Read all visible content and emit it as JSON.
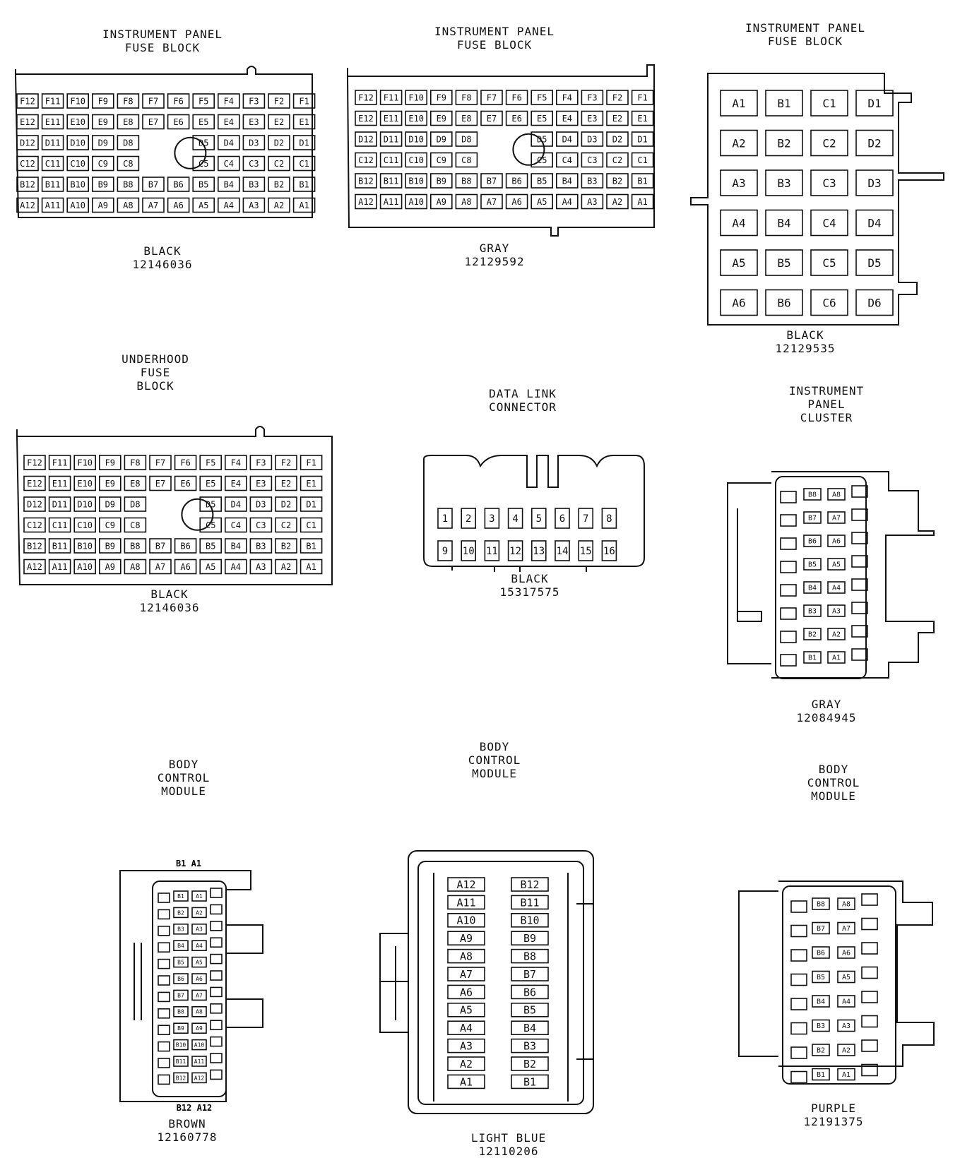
{
  "fuse_rows": [
    [
      "F12",
      "F11",
      "F10",
      "F9",
      "F8",
      "F7",
      "F6",
      "F5",
      "F4",
      "F3",
      "F2",
      "F1"
    ],
    [
      "E12",
      "E11",
      "E10",
      "E9",
      "E8",
      "E7",
      "E6",
      "E5",
      "E4",
      "E3",
      "E2",
      "E1"
    ],
    [
      "D12",
      "D11",
      "D10",
      "D9",
      "D8",
      "D5",
      "D4",
      "D3",
      "D2",
      "D1"
    ],
    [
      "C12",
      "C11",
      "C10",
      "C9",
      "C8",
      "C5",
      "C4",
      "C3",
      "C2",
      "C1"
    ],
    [
      "B12",
      "B11",
      "B10",
      "B9",
      "B8",
      "B7",
      "B6",
      "B5",
      "B4",
      "B3",
      "B2",
      "B1"
    ],
    [
      "A12",
      "A11",
      "A10",
      "A9",
      "A8",
      "A7",
      "A6",
      "A5",
      "A4",
      "A3",
      "A2",
      "A1"
    ]
  ],
  "connectors": [
    {
      "id": "ipfb-black",
      "title": "INSTRUMENT PANEL\nFUSE BLOCK",
      "color": "BLACK",
      "part": "12146036"
    },
    {
      "id": "ipfb-gray",
      "title": "INSTRUMENT PANEL\nFUSE BLOCK",
      "color": "GRAY",
      "part": "12129592"
    },
    {
      "id": "ipfb-black-24",
      "title": "INSTRUMENT PANEL\nFUSE BLOCK",
      "color": "BLACK",
      "part": "12129535",
      "rows": [
        [
          "A1",
          "B1",
          "C1",
          "D1"
        ],
        [
          "A2",
          "B2",
          "C2",
          "D2"
        ],
        [
          "A3",
          "B3",
          "C3",
          "D3"
        ],
        [
          "A4",
          "B4",
          "C4",
          "D4"
        ],
        [
          "A5",
          "B5",
          "C5",
          "D5"
        ],
        [
          "A6",
          "B6",
          "C6",
          "D6"
        ]
      ]
    },
    {
      "id": "underhood",
      "title": "UNDERHOOD\nFUSE\nBLOCK",
      "color": "BLACK",
      "part": "12146036"
    },
    {
      "id": "dlc",
      "title": "DATA LINK\nCONNECTOR",
      "color": "BLACK",
      "part": "15317575",
      "pins_top": [
        "1",
        "2",
        "3",
        "4",
        "5",
        "6",
        "7",
        "8"
      ],
      "pins_bottom": [
        "9",
        "10",
        "11",
        "12",
        "13",
        "14",
        "15",
        "16"
      ]
    },
    {
      "id": "ipc",
      "title": "INSTRUMENT\nPANEL\nCLUSTER",
      "color": "GRAY",
      "part": "12084945",
      "pins_b": [
        "B8",
        "B7",
        "B6",
        "B5",
        "B4",
        "B3",
        "B2",
        "B1"
      ],
      "pins_a": [
        "A8",
        "A7",
        "A6",
        "A5",
        "A4",
        "A3",
        "A2",
        "A1"
      ]
    },
    {
      "id": "bcm-brown",
      "title": "BODY\nCONTROL\nMODULE",
      "color": "BROWN",
      "part": "12160778",
      "top_label": "B1  A1",
      "bottom_label": "B12  A12",
      "pins_b": [
        "B1",
        "B2",
        "B3",
        "B4",
        "B5",
        "B6",
        "B7",
        "B8",
        "B9",
        "B10",
        "B11",
        "B12"
      ],
      "pins_a": [
        "A1",
        "A2",
        "A3",
        "A4",
        "A5",
        "A6",
        "A7",
        "A8",
        "A9",
        "A10",
        "A11",
        "A12"
      ]
    },
    {
      "id": "bcm-lightblue",
      "title": "BODY\nCONTROL\nMODULE",
      "color": "LIGHT BLUE",
      "part": "12110206",
      "pins_a": [
        "A12",
        "A11",
        "A10",
        "A9",
        "A8",
        "A7",
        "A6",
        "A5",
        "A4",
        "A3",
        "A2",
        "A1"
      ],
      "pins_b": [
        "B12",
        "B11",
        "B10",
        "B9",
        "B8",
        "B7",
        "B6",
        "B5",
        "B4",
        "B3",
        "B2",
        "B1"
      ]
    },
    {
      "id": "bcm-purple",
      "title": "BODY\nCONTROL\nMODULE",
      "color": "PURPLE",
      "part": "12191375",
      "pins_b": [
        "B8",
        "B7",
        "B6",
        "B5",
        "B4",
        "B3",
        "B2",
        "B1"
      ],
      "pins_a": [
        "A8",
        "A7",
        "A6",
        "A5",
        "A4",
        "A3",
        "A2",
        "A1"
      ]
    }
  ]
}
